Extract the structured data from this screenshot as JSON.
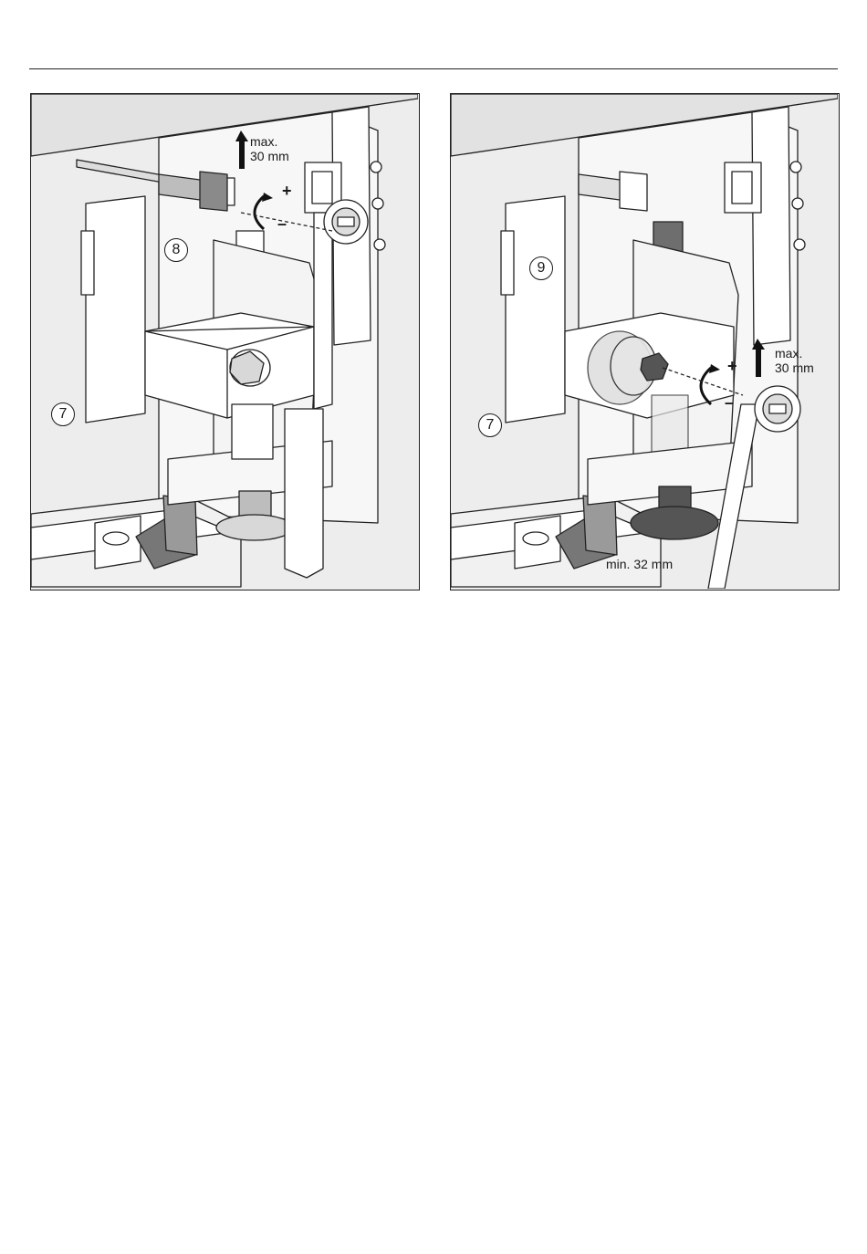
{
  "figures": [
    {
      "id": "left",
      "callouts": [
        "8",
        "7"
      ],
      "limit_label": "max.\n30 mm",
      "rotation_signs": [
        "+",
        "–"
      ]
    },
    {
      "id": "right",
      "callouts": [
        "9",
        "7"
      ],
      "limit_label": "max.\n30 mm",
      "min_label": "min. 32 mm",
      "rotation_signs": [
        "+",
        "–"
      ]
    }
  ]
}
